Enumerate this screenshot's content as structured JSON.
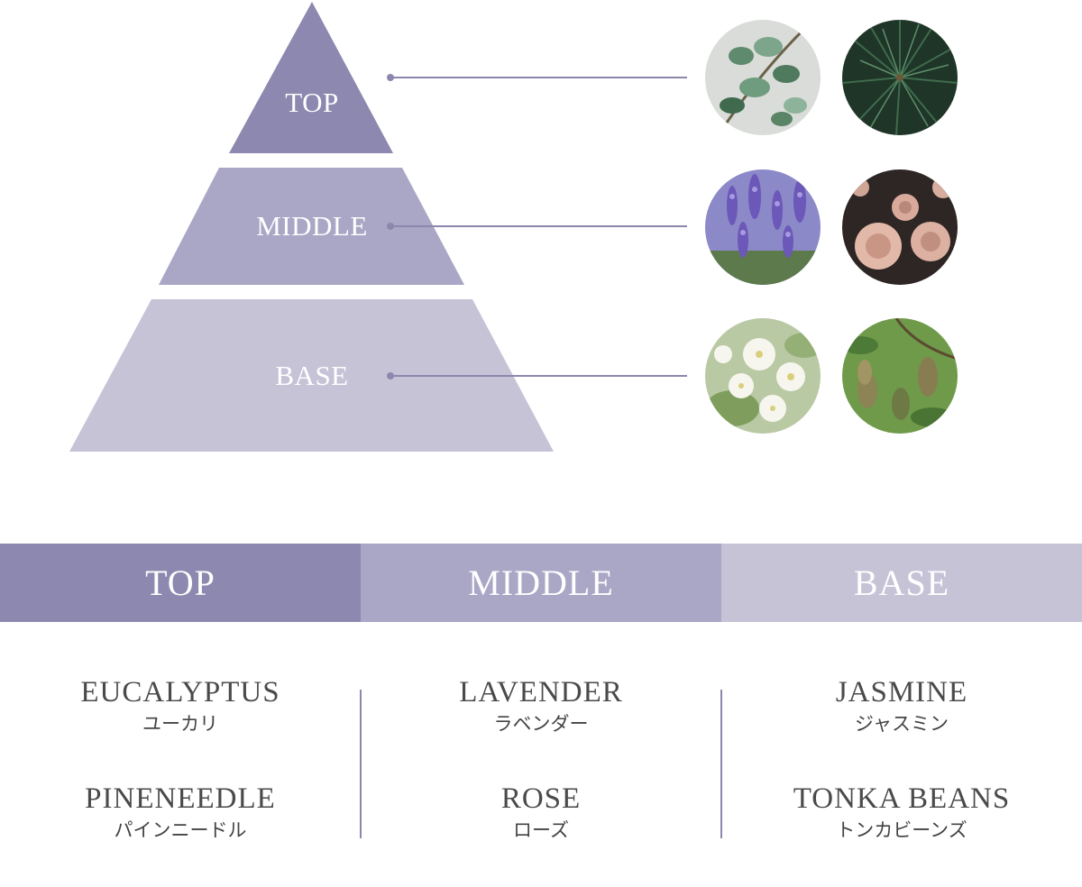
{
  "colors": {
    "top": "#8d88af",
    "middle": "#aaa6c6",
    "base": "#c6c3d7",
    "leader_line": "#8c87ad",
    "text": "#4a4a4a"
  },
  "pyramid": {
    "top_label": "TOP",
    "middle_label": "MIDDLE",
    "base_label": "BASE"
  },
  "photos": {
    "top": [
      "eucalyptus-photo",
      "pine-needle-photo"
    ],
    "middle": [
      "lavender-photo",
      "rose-photo"
    ],
    "base": [
      "jasmine-photo",
      "tonka-bean-photo"
    ]
  },
  "bands": {
    "top": "TOP",
    "middle": "MIDDLE",
    "base": "BASE"
  },
  "notes": {
    "top": [
      {
        "en": "EUCALYPTUS",
        "ja": "ユーカリ"
      },
      {
        "en": "PINENEEDLE",
        "ja": "パインニードル"
      }
    ],
    "middle": [
      {
        "en": "LAVENDER",
        "ja": "ラベンダー"
      },
      {
        "en": "ROSE",
        "ja": "ローズ"
      }
    ],
    "base": [
      {
        "en": "JASMINE",
        "ja": "ジャスミン"
      },
      {
        "en": "TONKA BEANS",
        "ja": "トンカビーンズ"
      }
    ]
  }
}
